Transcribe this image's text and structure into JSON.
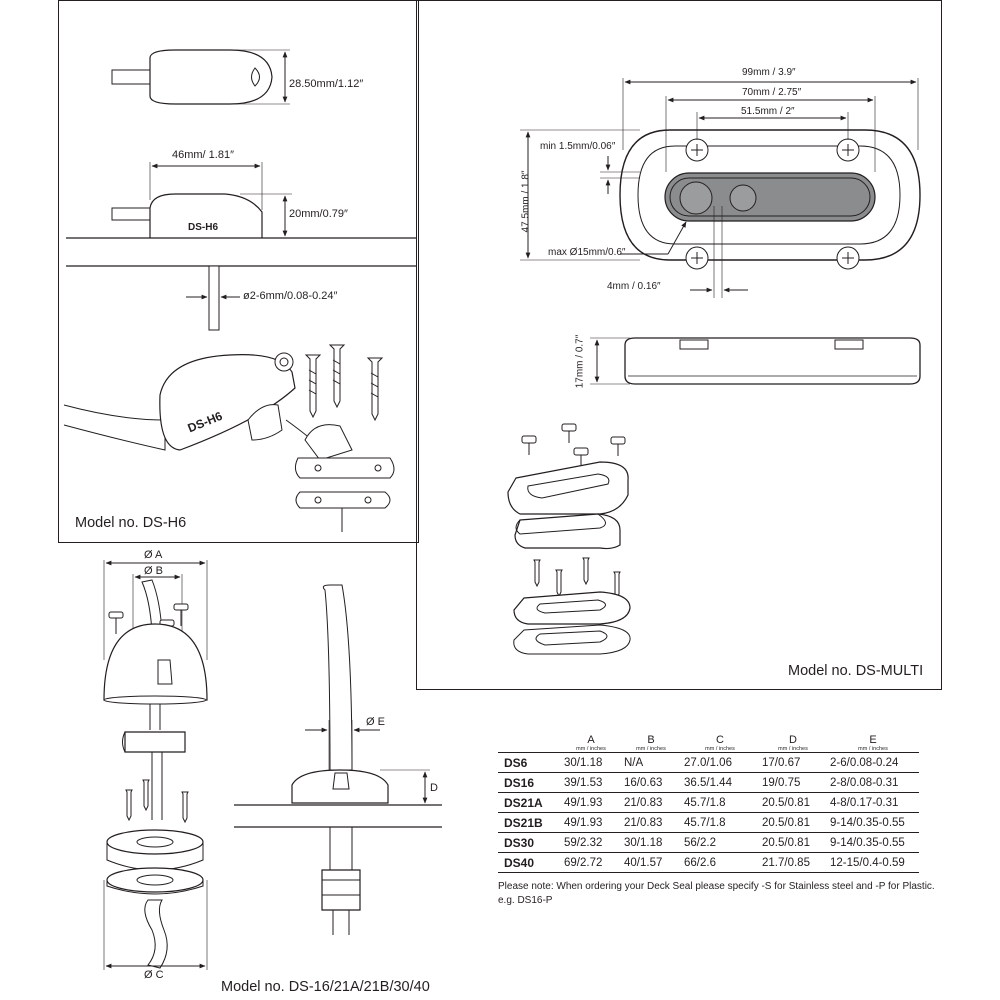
{
  "h6": {
    "model": "Model no. DS-H6",
    "width_top": "28.50mm/1.12″",
    "length": "46mm/ 1.81″",
    "height": "20mm/0.79″",
    "cable": "ø2-6mm/0.08-0.24″",
    "body_text": "DS-H6"
  },
  "multi": {
    "model": "Model no. DS-MULTI",
    "w99": "99mm / 3.9″",
    "w70": "70mm / 2.75″",
    "w515": "51.5mm / 2″",
    "min": "min 1.5mm/0.06″",
    "h475": "47.5mm / 1.8″",
    "max": "max Ø15mm/0.6″",
    "w4": "4mm / 0.16″",
    "h17": "17mm / 0.7″"
  },
  "ds": {
    "model": "Model no. DS-16/21A/21B/30/40",
    "A": "Ø A",
    "B": "Ø B",
    "C": "Ø C",
    "E": "Ø E",
    "D": "D"
  },
  "table": {
    "headers": [
      "A",
      "B",
      "C",
      "D",
      "E"
    ],
    "units": "mm / inches",
    "rows": [
      {
        "model": "DS6",
        "cells": [
          "30/1.18",
          "N/A",
          "27.0/1.06",
          "17/0.67",
          "2-6/0.08-0.24"
        ]
      },
      {
        "model": "DS16",
        "cells": [
          "39/1.53",
          "16/0.63",
          "36.5/1.44",
          "19/0.75",
          "2-8/0.08-0.31"
        ]
      },
      {
        "model": "DS21A",
        "cells": [
          "49/1.93",
          "21/0.83",
          "45.7/1.8",
          "20.5/0.81",
          "4-8/0.17-0.31"
        ]
      },
      {
        "model": "DS21B",
        "cells": [
          "49/1.93",
          "21/0.83",
          "45.7/1.8",
          "20.5/0.81",
          "9-14/0.35-0.55"
        ]
      },
      {
        "model": "DS30",
        "cells": [
          "59/2.32",
          "30/1.18",
          "56/2.2",
          "20.5/0.81",
          "9-14/0.35-0.55"
        ]
      },
      {
        "model": "DS40",
        "cells": [
          "69/2.72",
          "40/1.57",
          "66/2.6",
          "21.7/0.85",
          "12-15/0.4-0.59"
        ]
      }
    ]
  },
  "note": {
    "line1": "Please note: When ordering your Deck Seal please specify -S for Stainless steel and -P for Plastic.",
    "line2": "e.g. DS16-P"
  }
}
